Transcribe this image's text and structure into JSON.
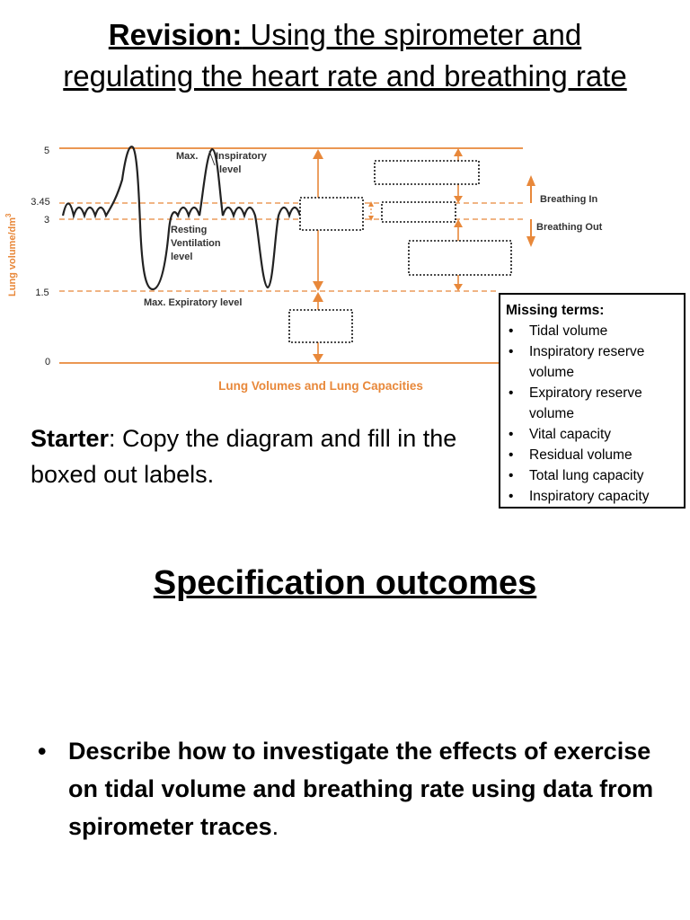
{
  "title": {
    "bold": "Revision:",
    "rest": " Using the spirometer and",
    "line2": "regulating the heart rate and breathing rate"
  },
  "diagram": {
    "y_axis_label": "Lung volume/dm",
    "y_axis_sup": "3",
    "y_ticks": [
      "5",
      "3.45",
      "3",
      "1.5",
      "0"
    ],
    "labels": {
      "max_a": "Max.",
      "inspiratory": "Inspiratory",
      "level_a": "level",
      "resting": "Resting",
      "ventilation": "Ventilation",
      "level_b": "level",
      "max_expiratory": "Max. Expiratory level",
      "breathing_in": "Breathing In",
      "breathing_out": "Breathing Out",
      "x_caption": "Lung Volumes and Lung Capacities"
    },
    "colors": {
      "line": "#e8883a",
      "trace": "#222222",
      "caption": "#e8883a"
    }
  },
  "missing_terms": {
    "title": "Missing terms:",
    "items": [
      "Tidal volume",
      "Inspiratory reserve volume",
      "Expiratory reserve volume",
      "Vital capacity",
      "Residual volume",
      "Total lung capacity",
      "Inspiratory capacity"
    ]
  },
  "starter": {
    "bold": "Starter",
    "text": ": Copy the diagram and fill in the boxed out labels."
  },
  "spec_heading": "Specification outcomes",
  "outcome": {
    "bullet": "•",
    "text": "Describe how to investigate the effects of exercise on tidal volume and breathing rate using data from spirometer traces",
    "end": "."
  }
}
